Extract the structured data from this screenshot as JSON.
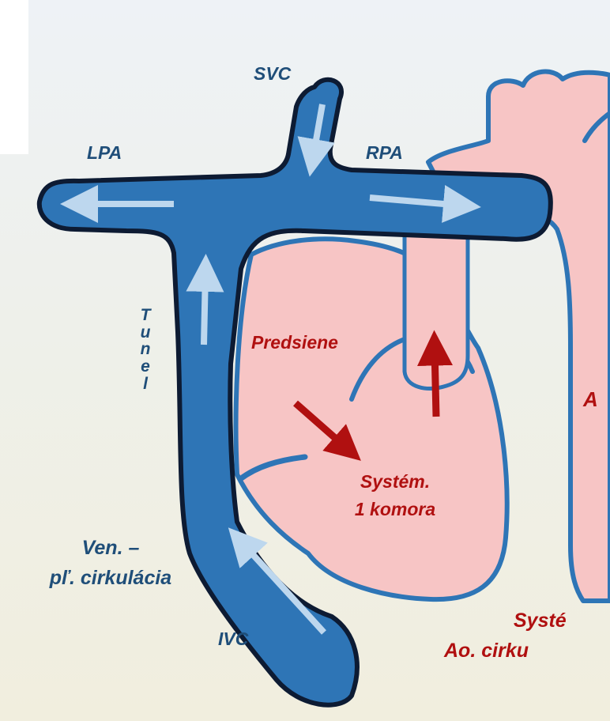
{
  "labels": {
    "svc": "SVC",
    "lpa": "LPA",
    "rpa": "RPA",
    "ivc": "IVC",
    "tunel": [
      "T",
      "u",
      "n",
      "e",
      "l"
    ],
    "predsiene": "Predsiene",
    "ventricle": [
      "Systém.",
      "1 komora"
    ],
    "ven_circ": [
      "Ven. –",
      "pľ. cirkulácia"
    ],
    "aorta_partial": "A",
    "sys_circ": [
      "Systé",
      "Ao. cirku"
    ]
  },
  "colors": {
    "venous_blue": "#2e75b6",
    "outline_navy": "#0d1b33",
    "flow_arrow_light": "#bdd7ee",
    "heart_pink": "#f7c5c5",
    "heart_outline": "#2e75b6",
    "arterial_arrow": "#b01010",
    "label_blue": "#1f4e79",
    "label_red": "#b01010"
  }
}
